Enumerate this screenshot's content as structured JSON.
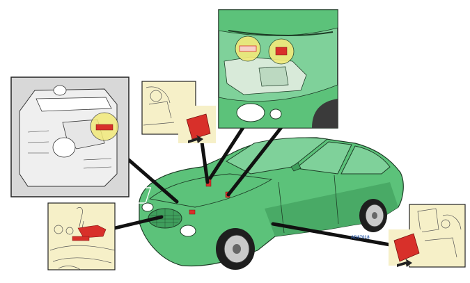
{
  "figure": {
    "reference_code": "AD87018"
  },
  "insets": [
    {
      "name": "engine-block",
      "fill": "#d8d8d8"
    },
    {
      "name": "engine-bay",
      "fill": "#7fd19a"
    },
    {
      "name": "dashboard-left",
      "fill": "#f6f0c8"
    },
    {
      "name": "bumper-release",
      "fill": "#f6f0c8"
    },
    {
      "name": "dashboard-right",
      "fill": "#f6f0c8"
    }
  ],
  "colors": {
    "car_body": "#5cc27a",
    "car_shadow": "#3f9e5c",
    "label_red": "#d8302a",
    "highlight_yellow": "#f2ea7a",
    "cream": "#f6f0c8",
    "leader_line": "#111111"
  },
  "icons": [
    "arrow-icon",
    "label-icon"
  ]
}
